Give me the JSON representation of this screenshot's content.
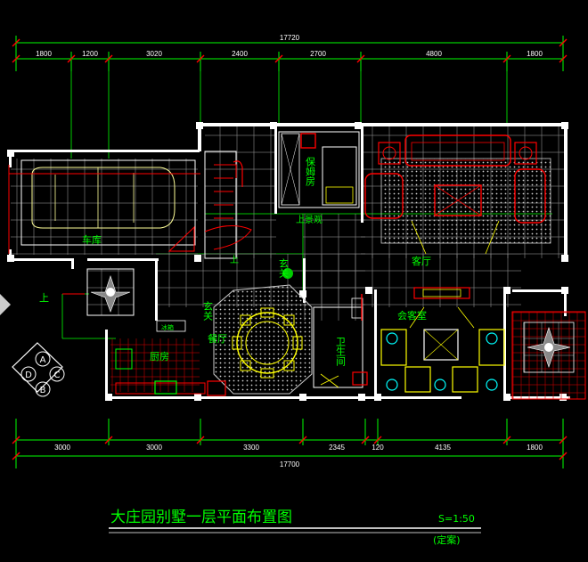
{
  "dimensions": {
    "top_total": "17720",
    "top_segments": [
      "1800",
      "1200",
      "3020",
      "2400",
      "2700",
      "4800",
      "1800"
    ],
    "bottom_total": "17700",
    "bottom_segments": [
      "3000",
      "3000",
      "3300",
      "2345",
      "120",
      "4135",
      "1800"
    ]
  },
  "rooms": {
    "garage": "车库",
    "nanny_room": "保姆房",
    "up_to_view": "上景观",
    "living_room": "客厅",
    "foyer": "玄关",
    "foyer2": "玄关",
    "up_left": "上",
    "up_stair": "上",
    "dining": "餐厅",
    "bathroom": "卫生间",
    "guest_room": "会客室",
    "kitchen": "厨房",
    "fridge": "冰箱"
  },
  "axis_markers": [
    "A",
    "B",
    "C",
    "D"
  ],
  "title": "大庄园别墅一层平面布置图",
  "scale": "S=1:50",
  "note": "(定案)",
  "colors": {
    "wall": "#ffffff",
    "grid": "#00ff00",
    "floor": "#9a9a9a",
    "furniture": "#ffff00",
    "red": "#ff0000",
    "cyan": "#00ffff"
  }
}
